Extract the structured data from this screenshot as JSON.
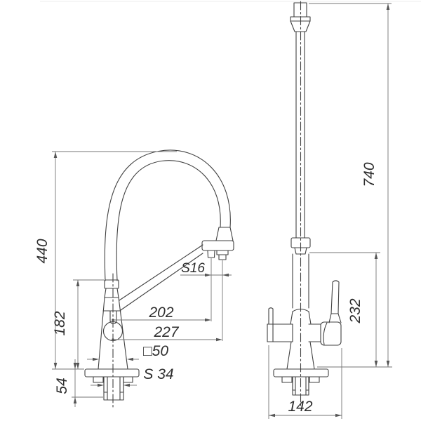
{
  "drawing": {
    "kind": "faucet-two-view-dimension-drawing",
    "colors": {
      "outline": "#414141",
      "dimension": "#757575",
      "text": "#2e2e2e"
    }
  },
  "dimensions": {
    "d440": "440",
    "d182": "182",
    "d54": "54",
    "s34": "S 34",
    "sq50": "□50",
    "d202": "202",
    "d227": "227",
    "s16": "S16",
    "d740": "740",
    "d232": "232",
    "d142": "142"
  }
}
